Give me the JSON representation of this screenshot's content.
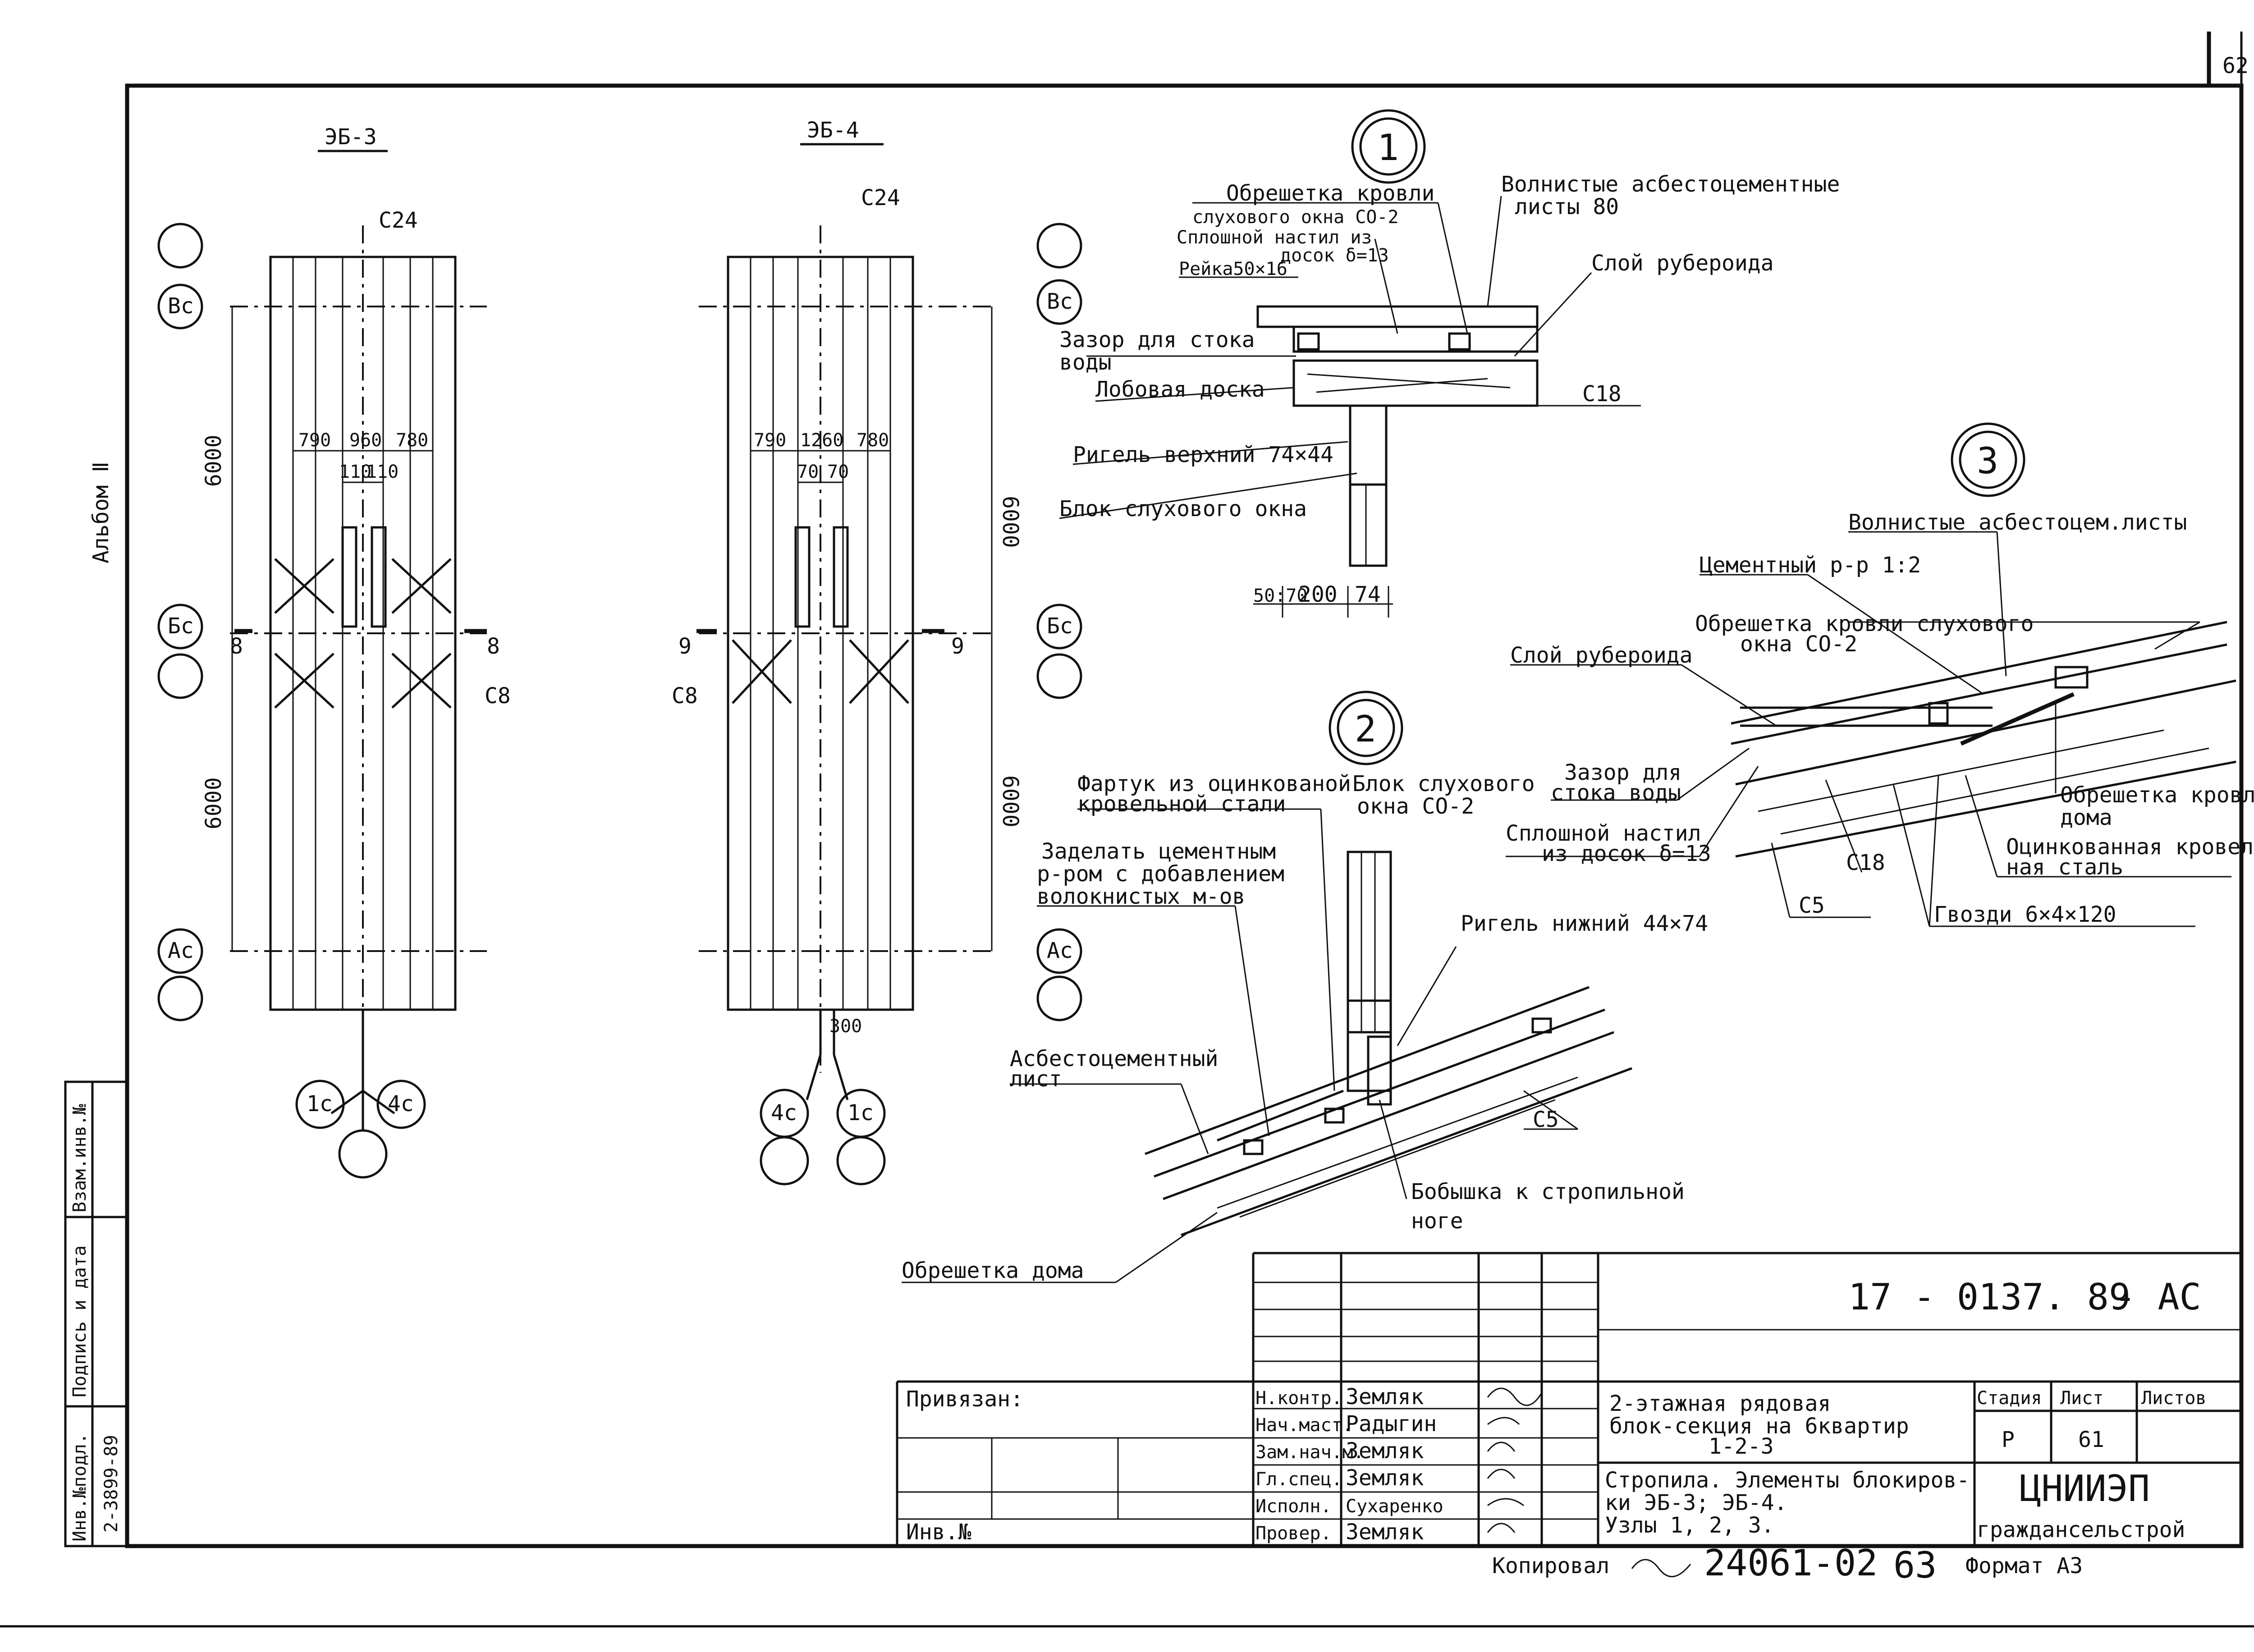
{
  "sheet": {
    "page_number": "62",
    "album": "Альбом Ⅱ"
  },
  "left_stamp": {
    "inv_podl": "Инв.№подл.",
    "podpis_data": "Подпись и дата",
    "vzam_inv": "Взам.инв.№",
    "inv_number": "2-3899-89"
  },
  "plan_eb3": {
    "title": "ЭБ-3",
    "axes": [
      "Вс",
      "Бс",
      "Ас"
    ],
    "bottom_axes": [
      "1с",
      "4с"
    ],
    "dims": {
      "span1": "6000",
      "span2": "6000",
      "d1": "790",
      "d2": "960",
      "d3": "780",
      "d4": "110",
      "d5": "110"
    },
    "labels": {
      "c24": "С24",
      "c8": "С8",
      "sec_l": "8",
      "sec_r": "8"
    }
  },
  "plan_eb4": {
    "title": "ЭБ-4",
    "axes": [
      "Вс",
      "Бс",
      "Ас"
    ],
    "bottom_axes": [
      "4с",
      "1с"
    ],
    "dims": {
      "span1": "6000",
      "span2": "6000",
      "d1": "790",
      "d2": "1260",
      "d3": "780",
      "d4": "70",
      "d5": "70",
      "bottom": "300"
    },
    "labels": {
      "c24": "С24",
      "c8": "С8",
      "sec_l": "9",
      "sec_r": "9"
    }
  },
  "node1": {
    "number": "1",
    "labels": {
      "obreshetka": "Обрешетка кровли",
      "obreshetka2": "слухового окна СО-2",
      "sploshnoy": "Сплошной настил из",
      "sploshnoy2": "досок δ=13",
      "reyka": "Рейка50×16",
      "volnistye": "Волнистые асбестоцементные",
      "volnistye2": "листы 80",
      "sloy": "Слой рубероида",
      "zazor": "Зазор для стока",
      "zazor2": "воды",
      "lobovaya": "Лобовая доска",
      "c18": "С18",
      "rigel": "Ригель верхний 74×44",
      "blok": "Блок слухового окна"
    },
    "dims": {
      "a": "50:70",
      "b": "200",
      "c": "74"
    }
  },
  "node2": {
    "number": "2",
    "labels": {
      "fartuk": "Фартук из оцинкованой",
      "fartuk2": "кровельной стали",
      "blok": "Блок слухового",
      "blok2": "окна СО-2",
      "zadelat": "Заделать цементным",
      "zadelat2": "р-ром с добавлением",
      "zadelat3": "волокнистых м-ов",
      "rigel": "Ригель нижний 44×74",
      "asbest": "Асбестоцементный",
      "asbest2": "лист",
      "c5": "С5",
      "bobyshka": "Бобышка к стропильной",
      "bobyshka2": "ноге",
      "obreshetka": "Обрешетка дома"
    }
  },
  "node3": {
    "number": "3",
    "labels": {
      "volnistye": "Волнистые асбестоцем.листы",
      "cement": "Цементный р-р 1:2",
      "obreshetka": "Обрешетка кровли слухового",
      "obreshetka2": "окна СО-2",
      "sloy": "Слой рубероида",
      "zazor": "Зазор для",
      "zazor2": "стока воды",
      "sploshnoy": "Сплошной настил",
      "sploshnoy2": "из досок δ=13",
      "c18": "С18",
      "c5": "С5",
      "obreshetka_doma": "Обрешетка кровли",
      "obreshetka_doma2": "дома",
      "ocink": "Оцинкованная кровель-",
      "ocink2": "ная сталь",
      "gvozdi": "Гвозди 6×4×120"
    }
  },
  "title_block": {
    "code": "17 - 0137. 89",
    "suffix": "- АС",
    "privyazan": "Привязан:",
    "inv": "Инв.№",
    "roles": [
      "Н.контр.",
      "Нач.маст.",
      "Зам.нач.м.",
      "Гл.спец.",
      "Исполн.",
      "Провер."
    ],
    "names": [
      "Земляк",
      "Радыгин",
      "Земляк",
      "Земляк",
      "Сухаренко",
      "Земляк"
    ],
    "project": "2-этажная рядовая",
    "project2": "блок-секция на 6квартир",
    "project3": "1-2-3",
    "sheet_title": "Стропила. Элементы блокиров-",
    "sheet_title2": "ки ЭБ-3; ЭБ-4.",
    "sheet_title3": "Узлы 1, 2, 3.",
    "stadia_h": "Стадия",
    "list_h": "Лист",
    "listov_h": "Листов",
    "stadia": "Р",
    "list": "61",
    "org": "ЦНИИЭП",
    "org2": "граждансельстрой"
  },
  "footer": {
    "kopiroval": "Копировал",
    "num": "24061-02",
    "page": "63",
    "format": "Формат А3"
  }
}
